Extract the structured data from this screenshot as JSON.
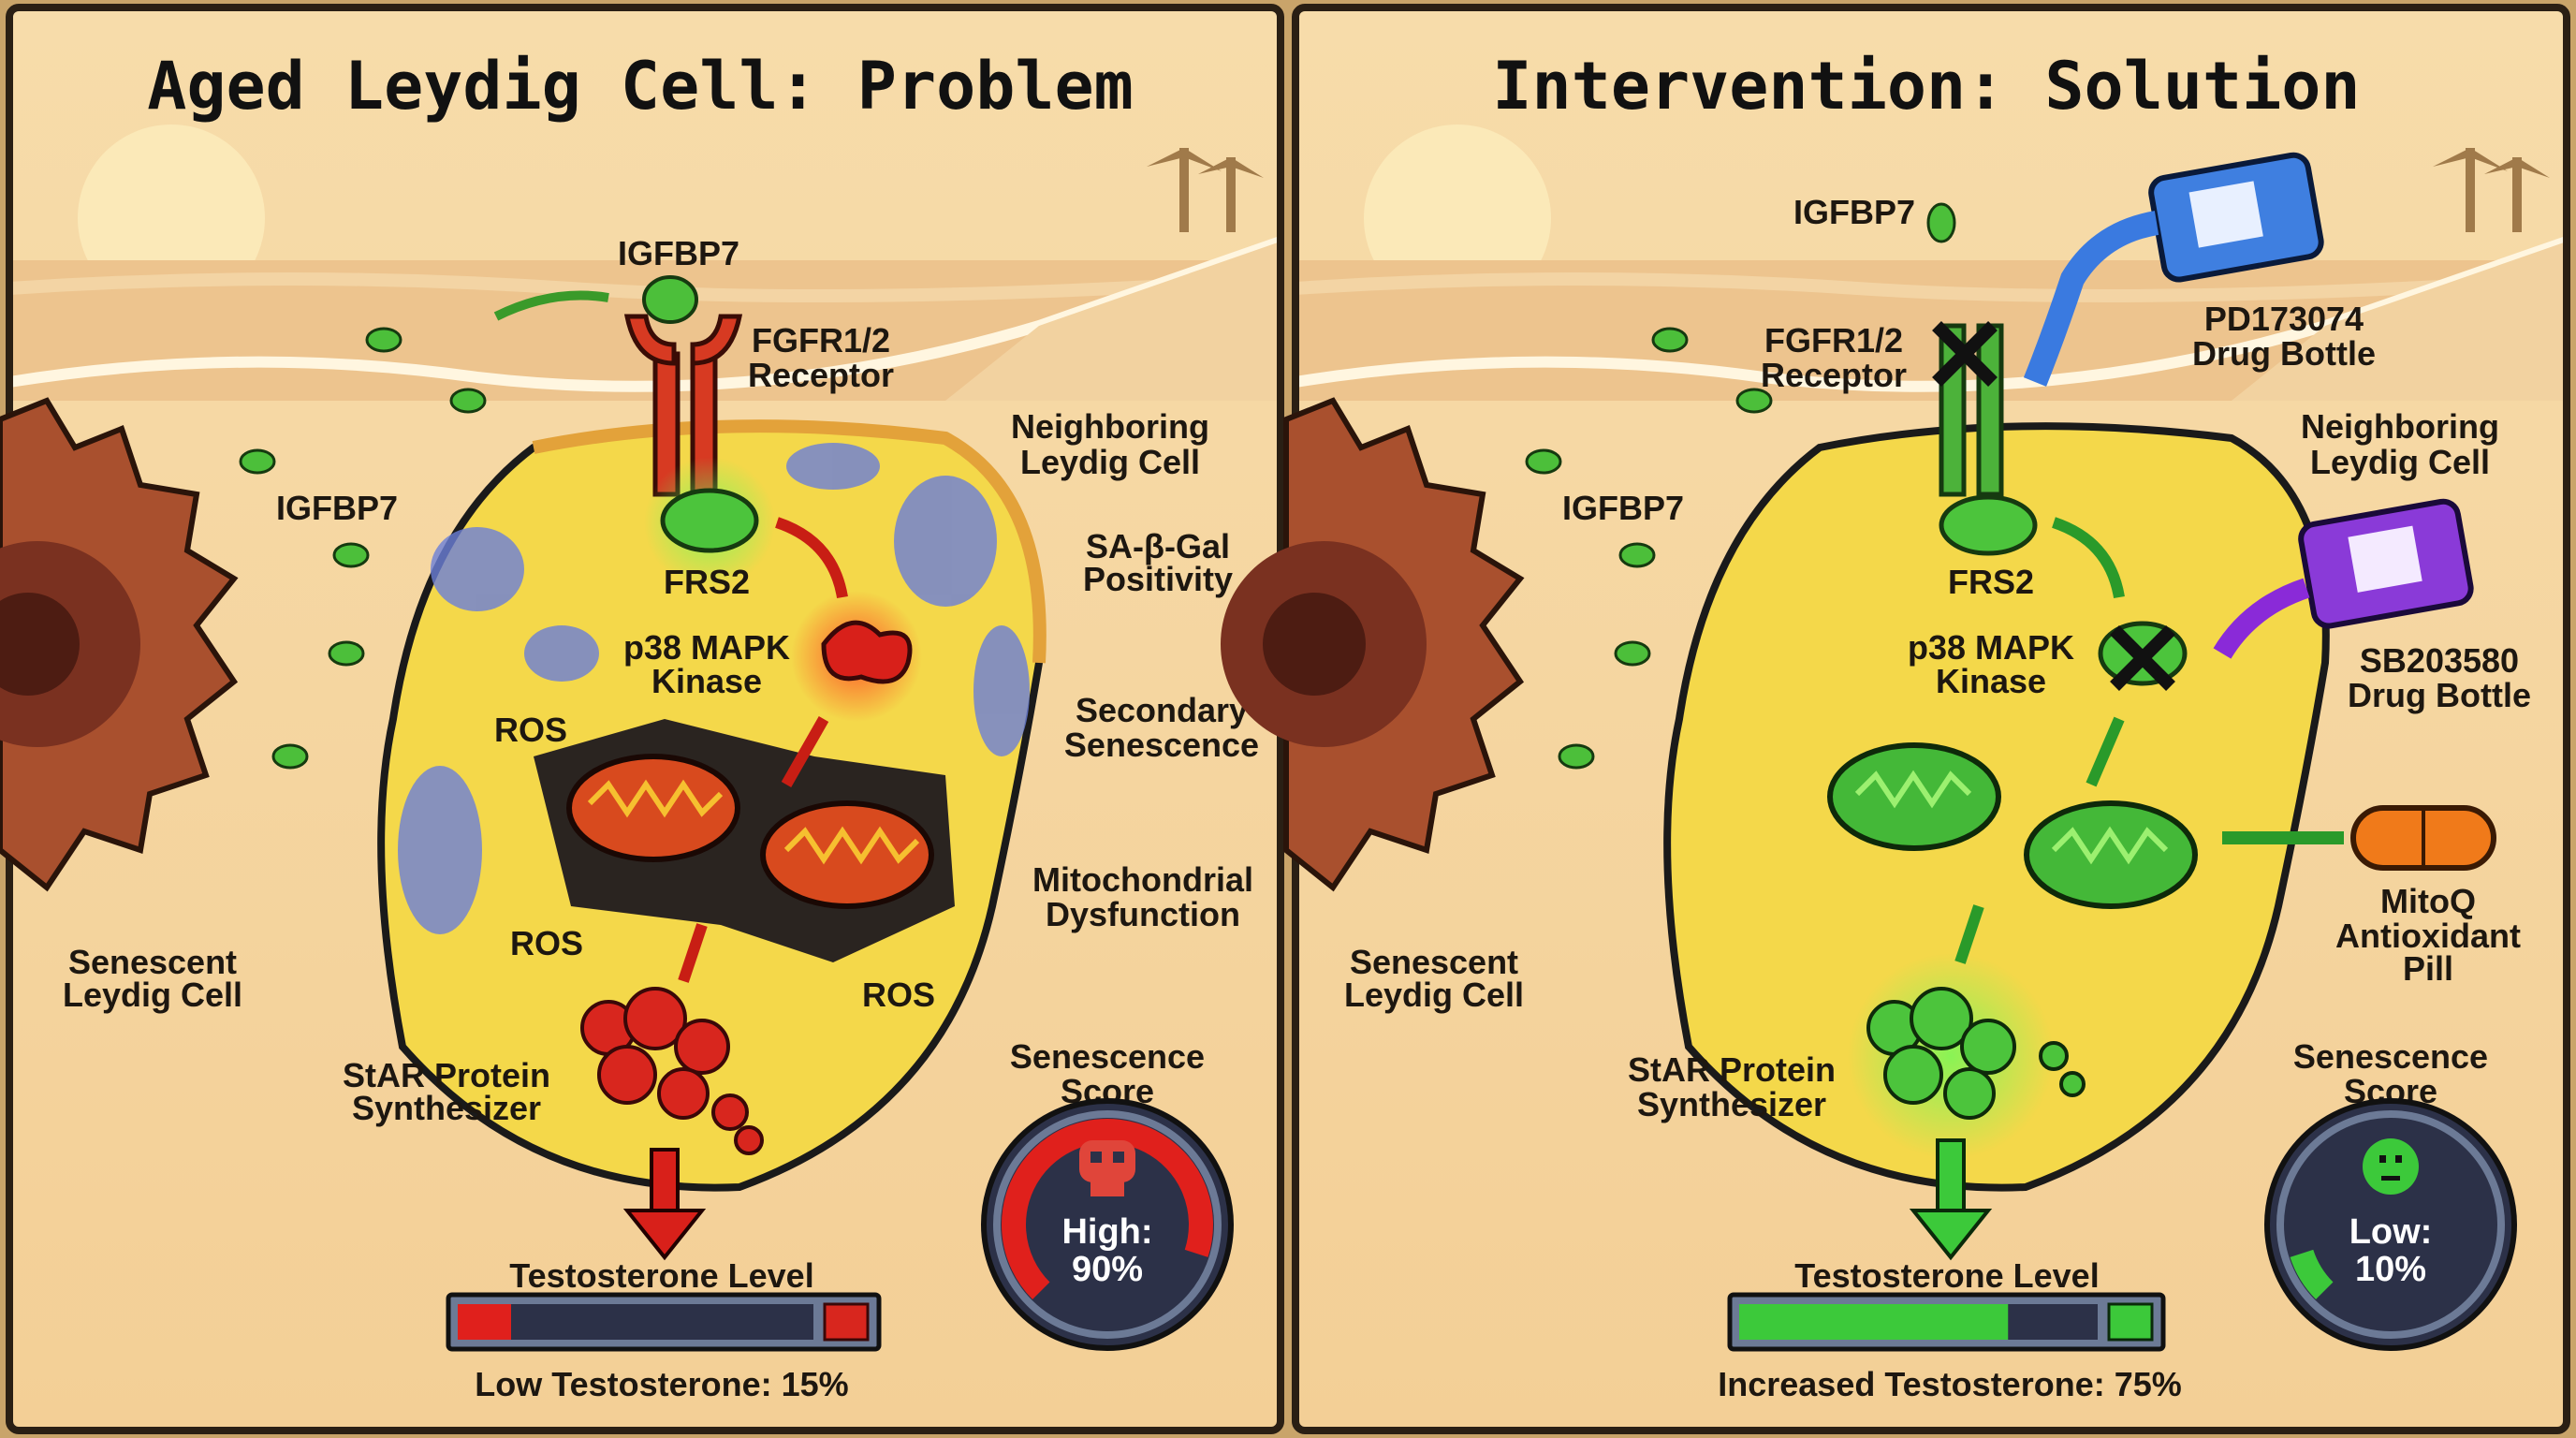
{
  "left": {
    "title": "Aged Leydig Cell: Problem",
    "igfbp7_top": "IGFBP7",
    "igfbp7_side": "IGFBP7",
    "receptor": [
      "FGFR1/2",
      "Receptor"
    ],
    "frs2": "FRS2",
    "kinase": [
      "p38 MAPK",
      "Kinase"
    ],
    "ros": [
      "ROS",
      "ROS",
      "ROS"
    ],
    "neighbor": [
      "Neighboring",
      "Leydig Cell"
    ],
    "sagal": [
      "SA-β-Gal",
      "Positivity"
    ],
    "secondary": [
      "Secondary",
      "Senescence"
    ],
    "mito": [
      "Mitochondrial",
      "Dysfunction"
    ],
    "senescent": [
      "Senescent",
      "Leydig Cell"
    ],
    "star": [
      "StAR Protein",
      "Synthesizer"
    ],
    "score_label": [
      "Senescence",
      "Score"
    ],
    "score_value": [
      "High:",
      "90%"
    ],
    "score": 0.9,
    "testo_label": "Testosterone Level",
    "testo_caption": "Low Testosterone: 15%",
    "testo": 0.15,
    "accent": "#e0201c"
  },
  "right": {
    "title": "Intervention: Solution",
    "igfbp7_top": "IGFBP7",
    "igfbp7_side": "IGFBP7",
    "receptor": [
      "FGFR1/2",
      "Receptor"
    ],
    "drug1": [
      "PD173074",
      "Drug Bottle"
    ],
    "neighbor": [
      "Neighboring",
      "Leydig Cell"
    ],
    "frs2": "FRS2",
    "kinase": [
      "p38 MAPK",
      "Kinase"
    ],
    "drug2": [
      "SB203580",
      "Drug Bottle"
    ],
    "pill": [
      "MitoQ",
      "Antioxidant",
      "Pill"
    ],
    "senescent": [
      "Senescent",
      "Leydig Cell"
    ],
    "star": [
      "StAR Protein",
      "Synthesizer"
    ],
    "score_label": [
      "Senescence",
      "Score"
    ],
    "score_value": [
      "Low:",
      "10%"
    ],
    "score": 0.1,
    "testo_label": "Testosterone Level",
    "testo_caption": "Increased Testosterone: 75%",
    "testo": 0.75,
    "accent": "#3cc93a"
  }
}
